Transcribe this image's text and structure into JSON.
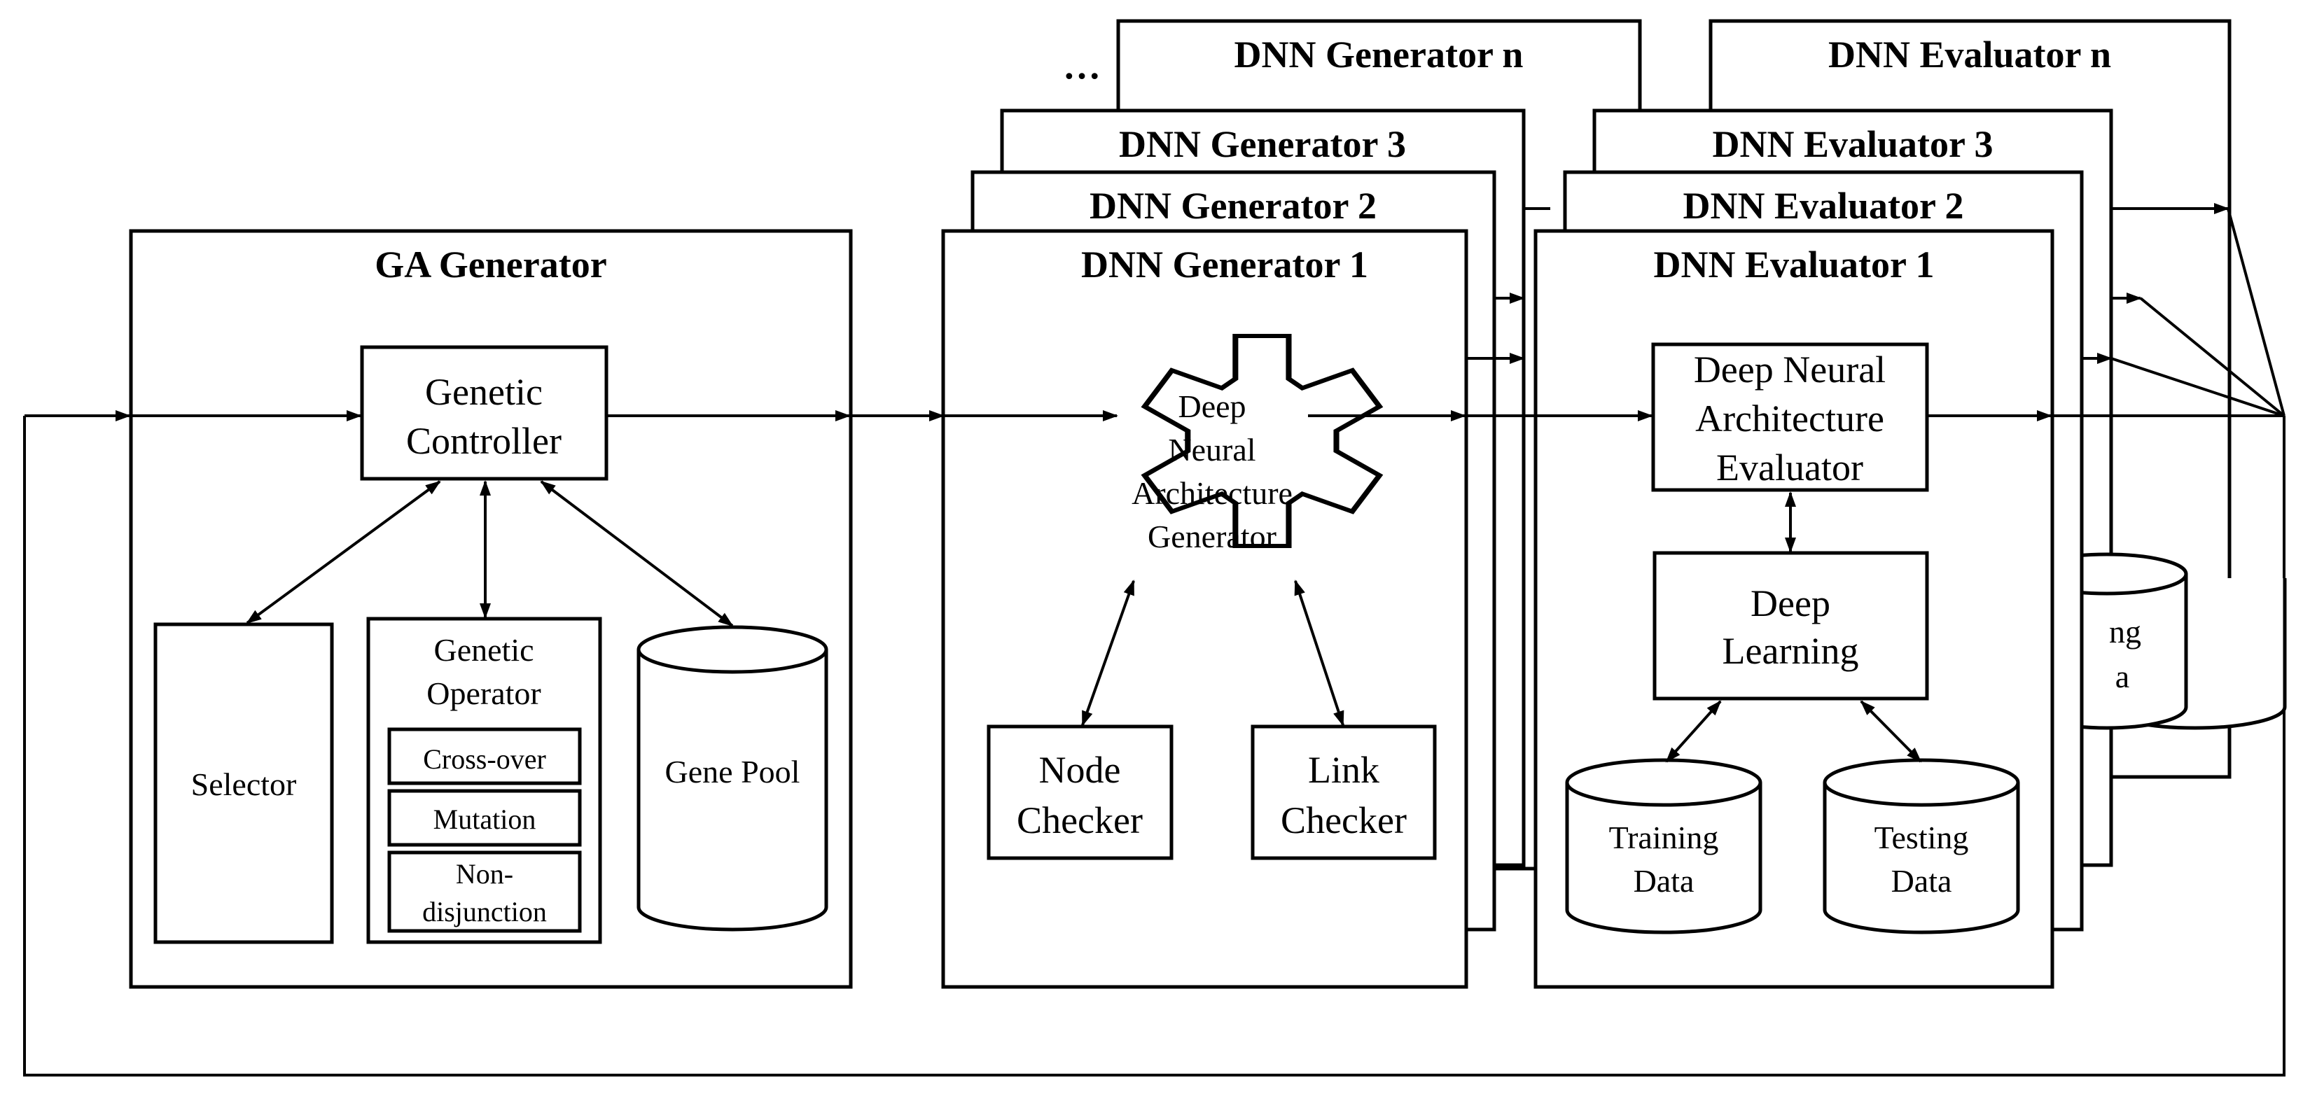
{
  "ga": {
    "title": "GA Generator",
    "controller": [
      "Genetic",
      "Controller"
    ],
    "selector": "Selector",
    "operator": {
      "title": [
        "Genetic",
        "Operator"
      ],
      "items": [
        "Cross-over",
        "Mutation",
        "Non-",
        "disjunction"
      ]
    },
    "gene_pool": "Gene Pool"
  },
  "generators": {
    "titles": [
      "DNN Generator 1",
      "DNN Generator 2",
      "DNN Generator 3",
      "DNN Generator n"
    ],
    "ellipsis": "…",
    "gear": [
      "Deep",
      "Neural",
      "Architecture",
      "Generator"
    ],
    "node_checker": [
      "Node",
      "Checker"
    ],
    "link_checker": [
      "Link",
      "Checker"
    ]
  },
  "evaluators": {
    "titles": [
      "DNN Evaluator 1",
      "DNN Evaluator 2",
      "DNN Evaluator 3",
      "DNN Evaluator n"
    ],
    "evaluator": [
      "Deep Neural",
      "Architecture",
      "Evaluator"
    ],
    "deep_learning": [
      "Deep",
      "Learning"
    ],
    "training": [
      "Training",
      "Data"
    ],
    "testing": [
      "Testing",
      "Data"
    ],
    "back_fragments": [
      "ng",
      "a"
    ]
  },
  "colors": {
    "stroke": "#000000",
    "background": "#ffffff"
  }
}
